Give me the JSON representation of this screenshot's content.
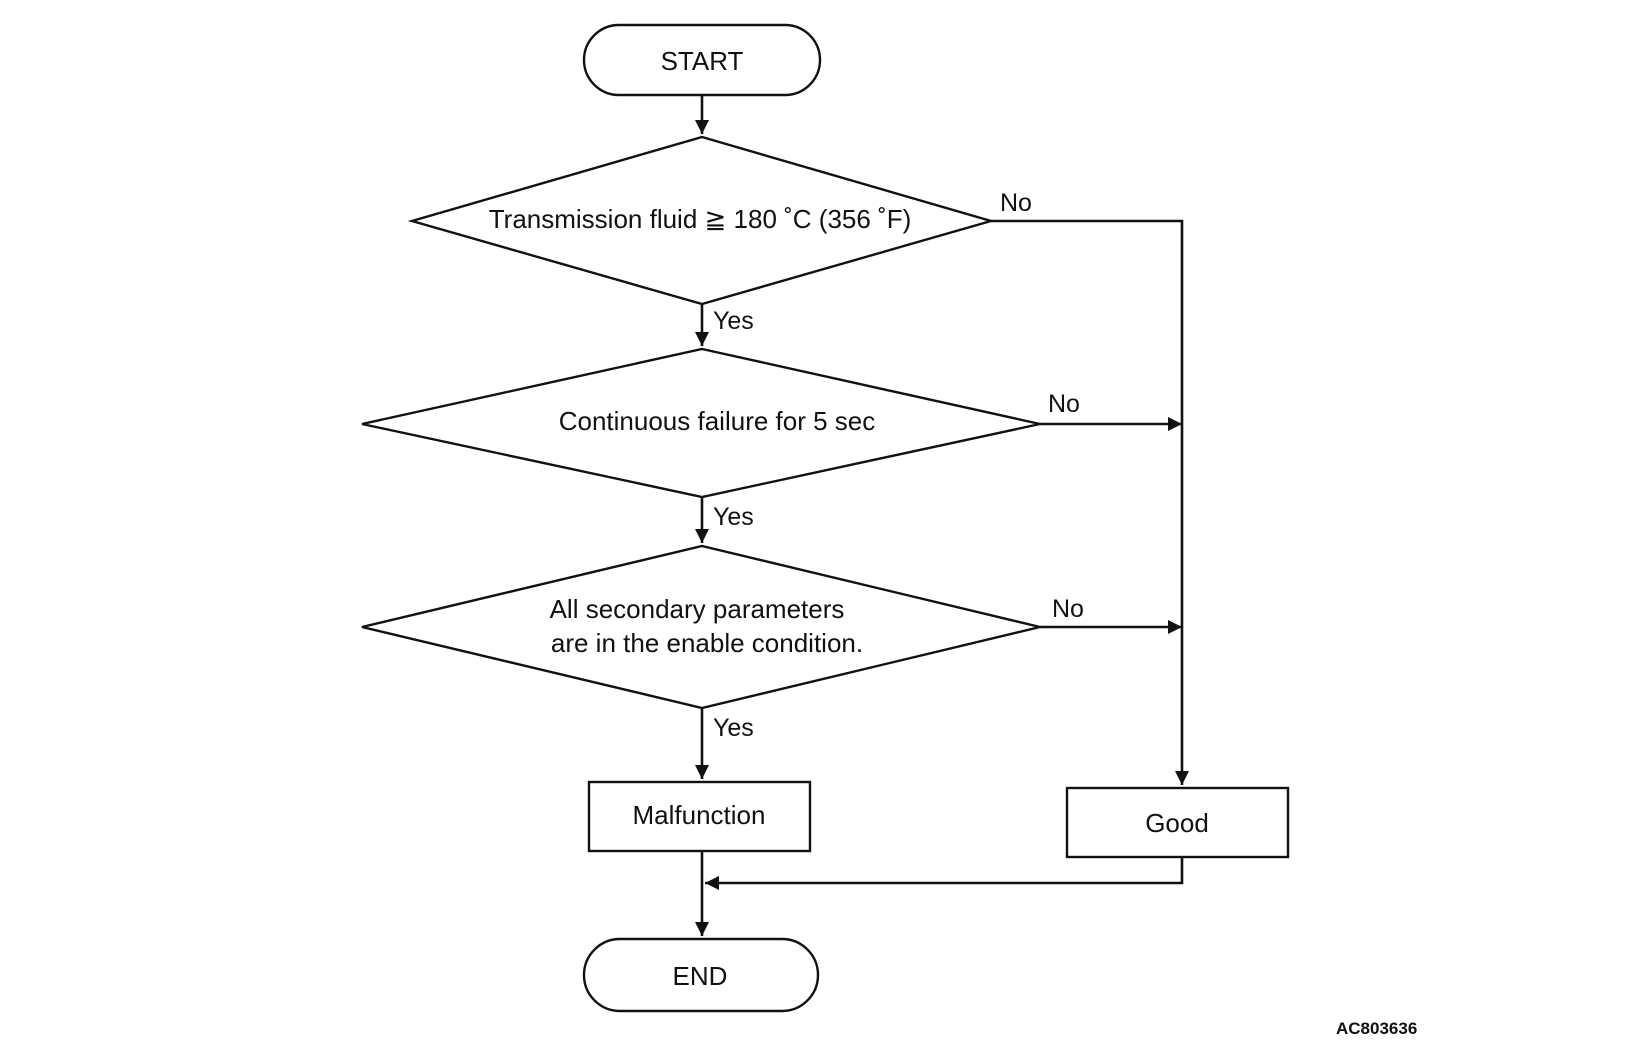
{
  "flowchart": {
    "start": "START",
    "decision_1": "Transmission fluid ≧ 180 ˚C (356 ˚F)",
    "decision_2": "Continuous failure for 5 sec",
    "decision_3_line1": "All secondary parameters",
    "decision_3_line2": "are in the enable condition.",
    "malfunction": "Malfunction",
    "good": "Good",
    "end": "END",
    "yes_1": "Yes",
    "yes_2": "Yes",
    "yes_3": "Yes",
    "no_1": "No",
    "no_2": "No",
    "no_3": "No"
  },
  "figure_id": "AC803636"
}
